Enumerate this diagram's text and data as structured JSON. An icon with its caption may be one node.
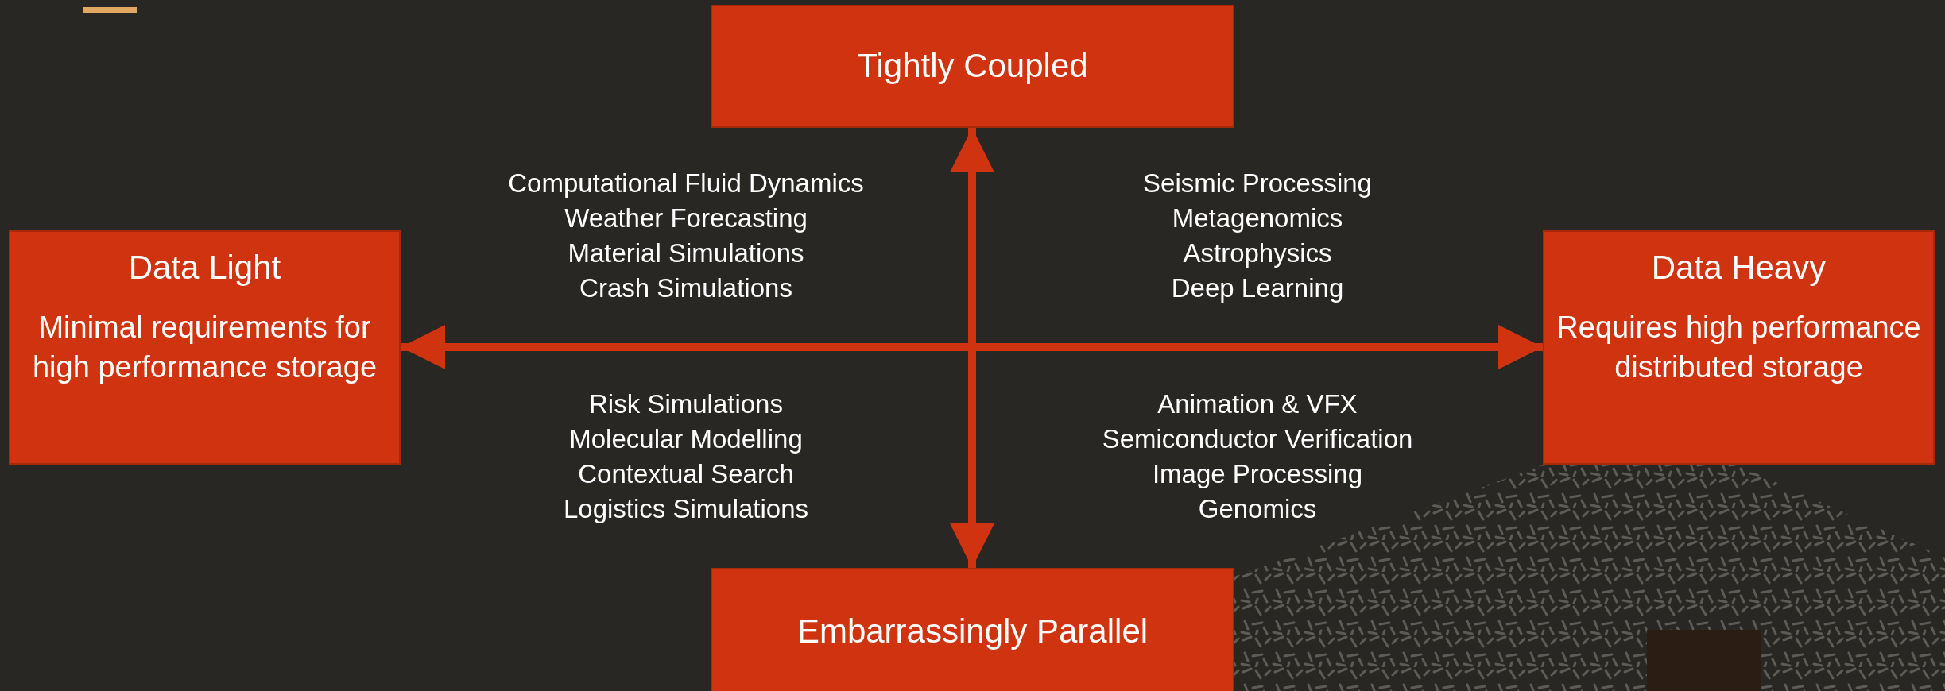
{
  "diagram": {
    "nodes": [
      {
        "text": [
          "Tightly Coupled"
        ]
      },
      {
        "text": [
          "Data Light",
          "Minimal requirements for high performance storage"
        ]
      },
      {
        "text": [
          "Data Heavy",
          "Requires high performance distributed storage"
        ]
      },
      {
        "text": [
          "Embarrassingly Parallel"
        ]
      }
    ],
    "edges": [
      {
        "from": 1,
        "to": 2,
        "arrow": "both"
      },
      {
        "from": 0,
        "to": 3,
        "arrow": "both"
      }
    ],
    "labels": [
      "Computational Fluid Dynamics",
      "Weather Forecasting",
      "Material Simulations",
      "Crash Simulations",
      "Seismic Processing",
      "Metagenomics",
      "Astrophysics",
      "Deep Learning",
      "Risk Simulations",
      "Molecular Modelling",
      "Contextual Search",
      "Logistics Simulations",
      "Animation & VFX",
      "Semiconductor Verification",
      "Image Processing",
      "Genomics"
    ]
  }
}
